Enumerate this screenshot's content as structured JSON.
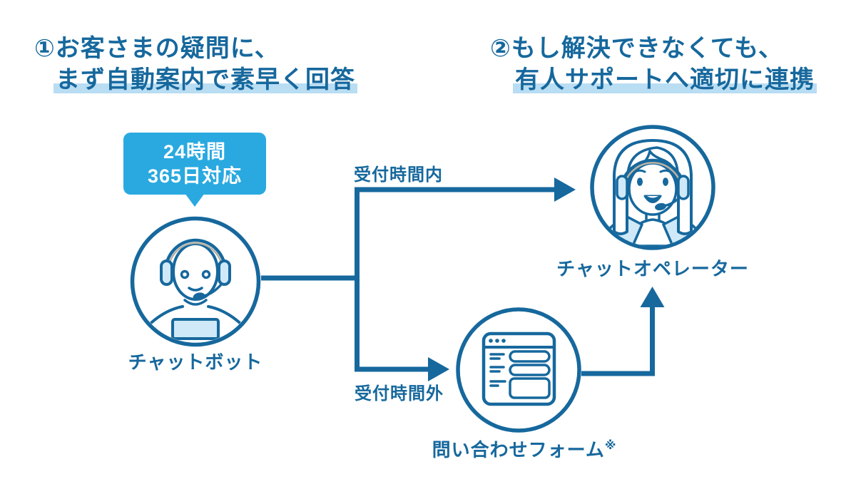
{
  "colors": {
    "primary_blue": "#16689d",
    "accent_blue": "#29a9e0",
    "light_blue_fill": "#cfe9f8",
    "highlight_blue": "#b9ddf3"
  },
  "headings": {
    "step1": {
      "line1": "①お客さまの疑問に、",
      "line2": "まず自動案内で素早く回答"
    },
    "step2": {
      "line1": "②もし解決できなくても、",
      "line2": "有人サポートへ適切に連携"
    }
  },
  "bubble": {
    "line1": "24時間",
    "line2": "365日対応"
  },
  "nodes": {
    "chatbot": {
      "label": "チャットボット",
      "icon": "chatbot-headset-icon"
    },
    "operator": {
      "label": "チャットオペレーター",
      "icon": "operator-headset-icon"
    },
    "form": {
      "label": "問い合わせフォーム",
      "note_mark": "※",
      "icon": "web-form-icon"
    }
  },
  "edges": {
    "in_hours_label": "受付時間内",
    "out_of_hours_label": "受付時間外"
  }
}
